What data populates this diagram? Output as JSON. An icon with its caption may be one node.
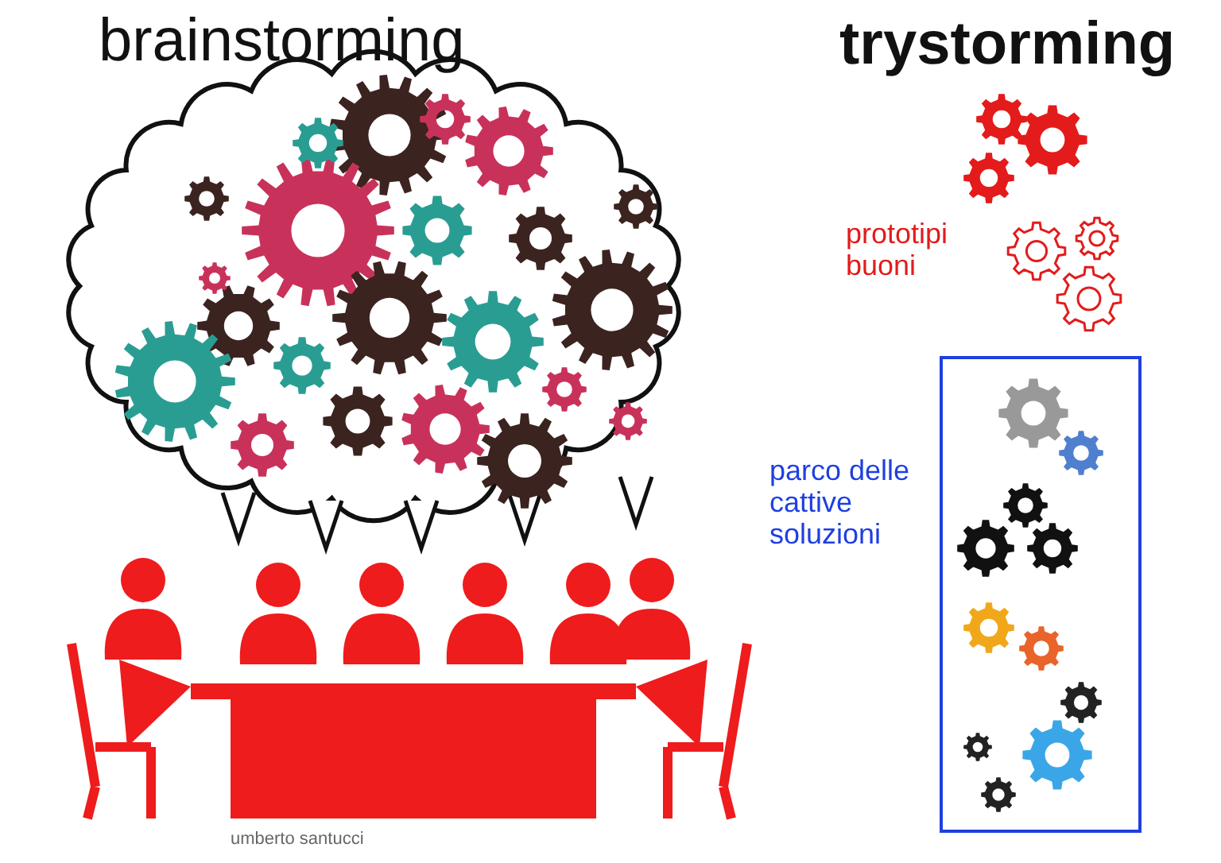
{
  "diagram": {
    "labels": [
      "brainstorming",
      "trystorming",
      "prototipi buoni",
      "parco delle cattive soluzioni",
      "umberto santucci"
    ]
  }
}
